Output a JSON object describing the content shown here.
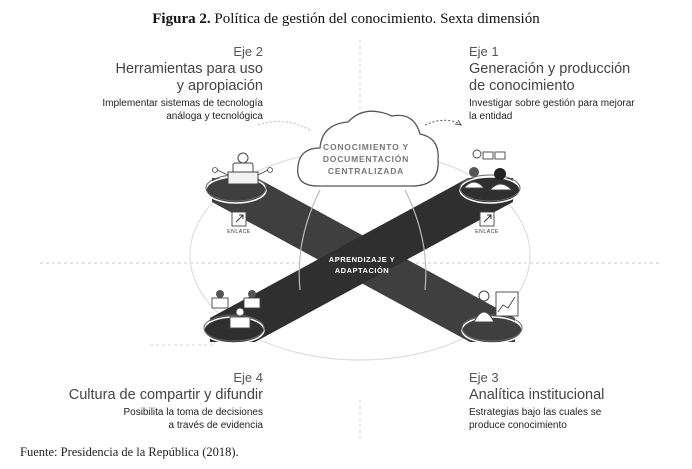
{
  "figure": {
    "label": "Figura 2.",
    "title": "Política de gestión del conocimiento. Sexta dimensión"
  },
  "axes": [
    {
      "id": "eje2",
      "number": "Eje 2",
      "title_line1": "Herramientas para uso",
      "title_line2": "y apropiación",
      "desc_line1": "Implementar sistemas de tecnología",
      "desc_line2": "análoga y tecnológica"
    },
    {
      "id": "eje1",
      "number": "Eje 1",
      "title_line1": "Generación y producción",
      "title_line2": "de conocimiento",
      "desc_line1": "Investigar sobre gestión para mejorar",
      "desc_line2": "la entidad"
    },
    {
      "id": "eje4",
      "number": "Eje 4",
      "title_line1": "Cultura de compartir y difundir",
      "desc_line1": "Posibilita la toma de decisiones",
      "desc_line2": "a través de evidencia"
    },
    {
      "id": "eje3",
      "number": "Eje 3",
      "title_line1": "Analítica institucional",
      "desc_line1": "Estrategias bajo las cuales se",
      "desc_line2": "produce conocimiento"
    }
  ],
  "cloud": {
    "line1": "CONOCIMIENTO Y",
    "line2": "DOCUMENTACIÓN",
    "line3": "CENTRALIZADA"
  },
  "center": {
    "line1": "APRENDIZAJE Y",
    "line2": "ADAPTACIÓN"
  },
  "enlace_left": "ENLACE",
  "enlace_right": "ENLACE",
  "source": "Fuente: Presidencia de la República (2018).",
  "colors": {
    "band": "#3f3f3f",
    "band_dark": "#2e2e2e",
    "cloud_stroke": "#555555",
    "guide": "#cfcfcf"
  }
}
